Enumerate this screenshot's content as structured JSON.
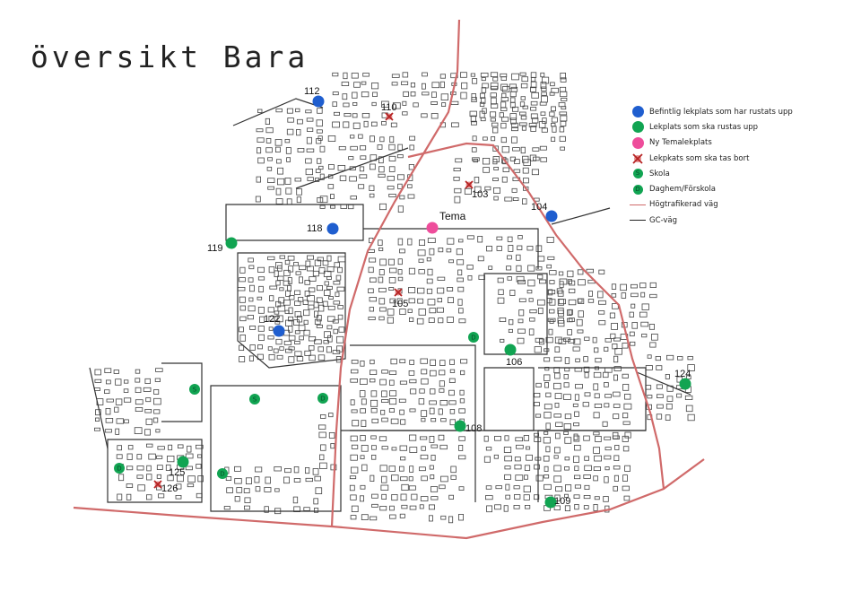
{
  "title": "översikt Bara",
  "colors": {
    "blue": "#1f5ecf",
    "green": "#11a452",
    "pink": "#ee4d9b",
    "remove": "#b52222",
    "highway": "#d06a6a",
    "gc": "#222222"
  },
  "legend": [
    {
      "symbol": "blue-dot",
      "label": "Befintlig lekplats som har rustats upp"
    },
    {
      "symbol": "green-dot",
      "label": "Lekplats som ska rustas upp"
    },
    {
      "symbol": "pink-dot",
      "label": "Ny Temalekplats"
    },
    {
      "symbol": "x-mark",
      "label": "Lekpkats som ska tas bort"
    },
    {
      "symbol": "school",
      "label": "Skola",
      "letter": "S"
    },
    {
      "symbol": "daycare",
      "label": "Daghem/Förskola",
      "letter": "D"
    },
    {
      "symbol": "highway-line",
      "label": "Högtrafikerad väg"
    },
    {
      "symbol": "gc-line",
      "label": "GC-väg"
    }
  ],
  "points": [
    {
      "label": "112",
      "type": "blue"
    },
    {
      "label": "110",
      "type": "remove"
    },
    {
      "label": "103",
      "type": "remove"
    },
    {
      "label": "104",
      "type": "blue"
    },
    {
      "label": "Tema",
      "type": "pink"
    },
    {
      "label": "118",
      "type": "blue"
    },
    {
      "label": "119",
      "type": "green"
    },
    {
      "label": "105",
      "type": "remove"
    },
    {
      "label": "122",
      "type": "blue"
    },
    {
      "label": "106",
      "type": "green"
    },
    {
      "label": "124",
      "type": "green"
    },
    {
      "label": "108",
      "type": "green"
    },
    {
      "label": "125",
      "type": "green"
    },
    {
      "label": "126",
      "type": "remove"
    },
    {
      "label": "109",
      "type": "green"
    }
  ],
  "facilities": [
    {
      "letter": "S",
      "type": "school"
    },
    {
      "letter": "S",
      "type": "school"
    },
    {
      "letter": "D",
      "type": "daycare"
    },
    {
      "letter": "D",
      "type": "daycare"
    },
    {
      "letter": "D",
      "type": "daycare"
    },
    {
      "letter": "D",
      "type": "daycare"
    }
  ]
}
